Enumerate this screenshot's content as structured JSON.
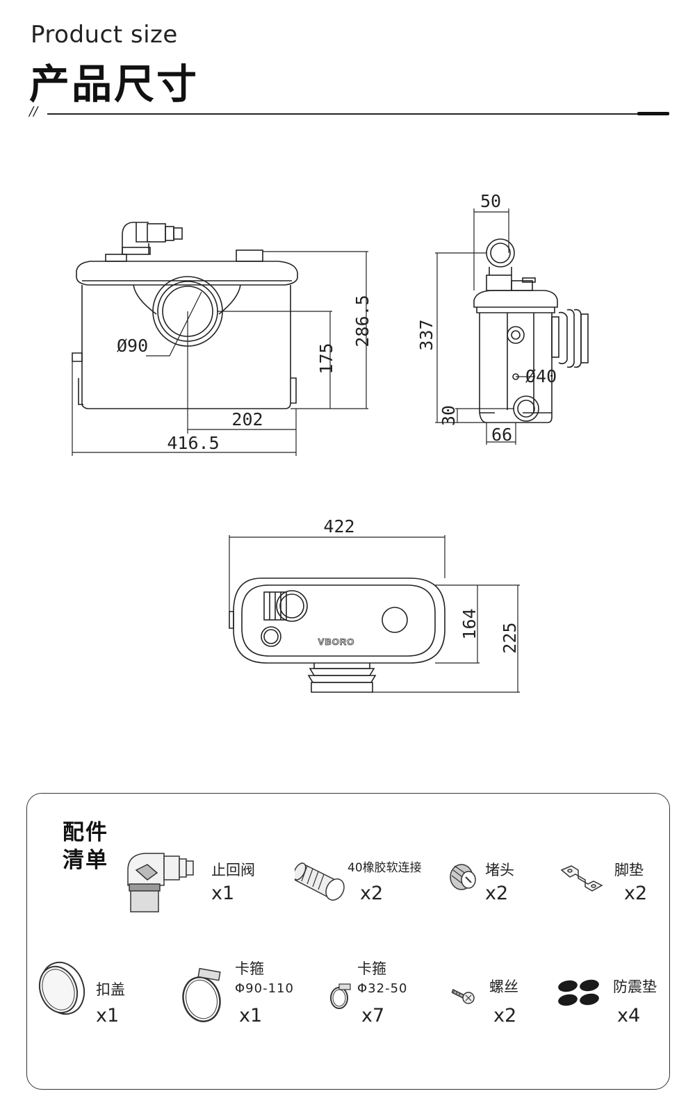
{
  "header": {
    "title_en": "Product size",
    "title_cn": "产品尺寸",
    "slashes": "//"
  },
  "front_view": {
    "dia_outlet": "Ø90",
    "height_total": "286.5",
    "height_outlet": "175",
    "width_offset": "202",
    "width_total": "416.5"
  },
  "side_view": {
    "top_offset": "50",
    "height_total": "337",
    "dia_inlet": "Ø40",
    "inlet_height": "30",
    "inlet_offset": "66"
  },
  "top_view": {
    "width": "422",
    "depth_body": "164",
    "depth_total": "225",
    "brand": "VBORO"
  },
  "accessories": {
    "title_line1": "配件",
    "title_line2": "清单",
    "items": [
      {
        "name": "止回阀",
        "qty": "x1",
        "icon": "check-valve-icon"
      },
      {
        "name": "40橡胶软连接",
        "qty": "x2",
        "icon": "rubber-hose-icon"
      },
      {
        "name": "堵头",
        "qty": "x2",
        "icon": "plug-icon"
      },
      {
        "name": "脚垫",
        "qty": "x2",
        "icon": "foot-bracket-icon"
      },
      {
        "name": "扣盖",
        "qty": "x1",
        "icon": "cap-icon"
      },
      {
        "name": "卡箍",
        "spec": "Φ90-110",
        "qty": "x1",
        "icon": "large-clamp-icon"
      },
      {
        "name": "卡箍",
        "spec": "Φ32-50",
        "qty": "x7",
        "icon": "small-clamp-icon"
      },
      {
        "name": "螺丝",
        "qty": "x2",
        "icon": "screw-icon"
      },
      {
        "name": "防震垫",
        "qty": "x4",
        "icon": "anti-vibration-pad-icon"
      }
    ]
  }
}
